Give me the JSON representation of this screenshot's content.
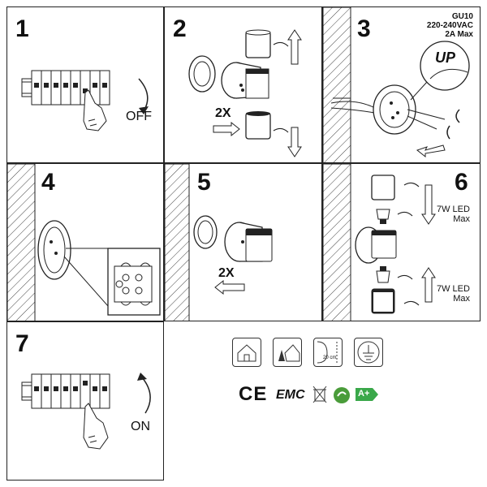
{
  "steps": [
    {
      "number": "1",
      "label": "OFF"
    },
    {
      "number": "2",
      "multiplier": "2X"
    },
    {
      "number": "3",
      "label": "UP"
    },
    {
      "number": "4"
    },
    {
      "number": "5",
      "multiplier": "2X"
    },
    {
      "number": "6",
      "bulb_rating_top": "7W LED",
      "bulb_rating_top_unit": "Max",
      "bulb_rating_bottom": "7W LED",
      "bulb_rating_bottom_unit": "Max"
    },
    {
      "number": "7",
      "label": "ON"
    }
  ],
  "specs": {
    "line1": "GU10",
    "line2": "220-240VAC",
    "line3": "2A Max"
  },
  "certifications": {
    "distance": "20 cm",
    "ce": "CE",
    "emc": "EMC",
    "energy_class": "A+"
  },
  "icons": [
    "indoor-use-icon",
    "outdoor-use-icon",
    "min-distance-icon",
    "earth-ground-icon",
    "ce-mark-icon",
    "emc-mark-icon",
    "weee-bin-icon",
    "recycle-icon",
    "energy-class-icon"
  ]
}
